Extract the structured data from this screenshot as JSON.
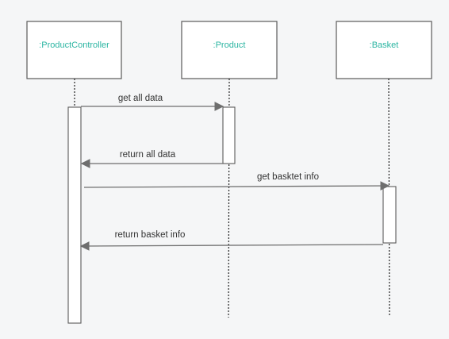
{
  "diagram": {
    "type": "sequence",
    "colors": {
      "background": "#f5f6f7",
      "box_stroke": "#5a5a5a",
      "label_text": "#2bb5a2",
      "arrow": "#6e6e6e",
      "message_text": "#333333"
    },
    "participants": [
      {
        "id": "controller",
        "label": ":ProductController"
      },
      {
        "id": "product",
        "label": ":Product"
      },
      {
        "id": "basket",
        "label": ":Basket"
      }
    ],
    "messages": [
      {
        "from": "controller",
        "to": "product",
        "label": "get all data",
        "kind": "call"
      },
      {
        "from": "product",
        "to": "controller",
        "label": "return all data",
        "kind": "return"
      },
      {
        "from": "controller",
        "to": "basket",
        "label": "get basktet info",
        "kind": "call"
      },
      {
        "from": "basket",
        "to": "controller",
        "label": "return basket info",
        "kind": "return"
      }
    ]
  }
}
